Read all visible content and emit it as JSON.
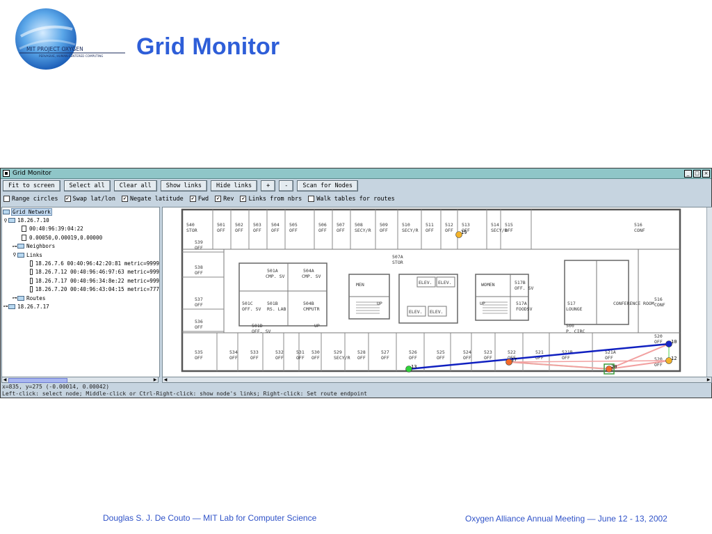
{
  "slide": {
    "title": "Grid Monitor",
    "footer_left": "Douglas S. J. De Couto  — MIT Lab for Computer Science",
    "footer_right": "Oxygen Alliance Annual Meeting — June 12 - 13, 2002",
    "logo": {
      "line1": "MIT PROJECT OXYGEN",
      "line2": "PERVASIVE, HUMAN-CENTERED COMPUTING"
    }
  },
  "window": {
    "title": "Grid Monitor",
    "controls": [
      "minimize-icon",
      "maximize-icon",
      "close-icon"
    ],
    "toolbar": {
      "fit_label": "Fit to screen",
      "select_all_label": "Select all",
      "clear_all_label": "Clear all",
      "show_links_label": "Show links",
      "hide_links_label": "Hide links",
      "plus_label": "+",
      "minus_label": "-",
      "scan_label": "Scan for Nodes"
    },
    "options": [
      {
        "label": "Range circles",
        "checked": false
      },
      {
        "label": "Swap lat/lon",
        "checked": true
      },
      {
        "label": "Negate latitude",
        "checked": true
      },
      {
        "label": "Fwd",
        "checked": true
      },
      {
        "label": "Rev",
        "checked": true
      },
      {
        "label": "Links from nbrs",
        "checked": true
      },
      {
        "label": "Walk tables for routes",
        "checked": false
      }
    ],
    "tree": [
      {
        "label": "Grid Network",
        "kind": "folder",
        "level": 0,
        "selected": true
      },
      {
        "label": "18.26.7.10",
        "kind": "folder",
        "level": 0,
        "handle": "⚲"
      },
      {
        "label": "00:40:96:39:04:22",
        "kind": "file",
        "level": 2
      },
      {
        "label": "0.00050,0.00019,0.00000",
        "kind": "file",
        "level": 2
      },
      {
        "label": "Neighbors",
        "kind": "folder",
        "level": 1,
        "handle": "⊶"
      },
      {
        "label": "Links",
        "kind": "folder",
        "level": 1,
        "handle": "⚲"
      },
      {
        "label": "18.26.7.6 00:40:96:42:20:81 metric=9999",
        "kind": "file",
        "level": 3
      },
      {
        "label": "18.26.7.12 00:40:96:46:97:63 metric=999",
        "kind": "file",
        "level": 3
      },
      {
        "label": "18.26.7.17 00:40:96:34:8e:22 metric=999",
        "kind": "file",
        "level": 3
      },
      {
        "label": "18.26.7.20 00:40:96:43:04:15 metric=777",
        "kind": "file",
        "level": 3
      },
      {
        "label": "Routes",
        "kind": "folder",
        "level": 1,
        "handle": "⊶"
      },
      {
        "label": "18.26.7.17",
        "kind": "folder",
        "level": 0,
        "handle": "⊶"
      }
    ],
    "status_coords": "x=835, y=275  (-0.00014, 0.00042)",
    "status_help": "Left-click: select node; Middle-click or Ctrl-Right-click: show node's links; Right-click: Set route endpoint"
  },
  "floorplan": {
    "rooms_top": [
      {
        "num": "540",
        "use": "STOR"
      },
      {
        "num": "501",
        "use": "OFF"
      },
      {
        "num": "502",
        "use": "OFF"
      },
      {
        "num": "503",
        "use": "OFF"
      },
      {
        "num": "504",
        "use": "OFF"
      },
      {
        "num": "505",
        "use": "OFF"
      },
      {
        "num": "506",
        "use": "OFF"
      },
      {
        "num": "507",
        "use": "OFF"
      },
      {
        "num": "508",
        "use": "SECY/R"
      },
      {
        "num": "509",
        "use": "OFF"
      },
      {
        "num": "510",
        "use": "SECY/R"
      },
      {
        "num": "511",
        "use": "OFF"
      },
      {
        "num": "512",
        "use": "OFF"
      },
      {
        "num": "513",
        "use": "OFF"
      },
      {
        "num": "514",
        "use": "SECY/R"
      },
      {
        "num": "515",
        "use": "OFF"
      },
      {
        "num": "516",
        "use": "CONF"
      }
    ],
    "rooms_left": [
      {
        "num": "539",
        "use": "OFF"
      },
      {
        "num": "538",
        "use": "OFF"
      },
      {
        "num": "537",
        "use": "OFF"
      },
      {
        "num": "536",
        "use": "OFF"
      }
    ],
    "rooms_bottom": [
      {
        "num": "535",
        "use": "OFF"
      },
      {
        "num": "534",
        "use": "OFF"
      },
      {
        "num": "533",
        "use": "OFF"
      },
      {
        "num": "532",
        "use": "OFF"
      },
      {
        "num": "531",
        "use": "OFF"
      },
      {
        "num": "530",
        "use": "OFF"
      },
      {
        "num": "529",
        "use": "SECY/R"
      },
      {
        "num": "528",
        "use": "OFF"
      },
      {
        "num": "527",
        "use": "OFF"
      },
      {
        "num": "526",
        "use": "OFF"
      },
      {
        "num": "525",
        "use": "OFF"
      },
      {
        "num": "524",
        "use": "OFF"
      },
      {
        "num": "523",
        "use": "OFF"
      },
      {
        "num": "522",
        "use": "OFF"
      },
      {
        "num": "521",
        "use": "OFF"
      },
      {
        "num": "521B",
        "use": "OFF"
      },
      {
        "num": "521A",
        "use": "OFF"
      }
    ],
    "rooms_right": [
      {
        "num": "516",
        "use": "CONF"
      },
      {
        "num": "520",
        "use": "OFF"
      },
      {
        "num": "520",
        "use": "OFF"
      }
    ],
    "inner_labels": [
      {
        "text": "501A"
      },
      {
        "text": "CMP. SV"
      },
      {
        "text": "504A"
      },
      {
        "text": "CMP. SV"
      },
      {
        "text": "507A"
      },
      {
        "text": "STOR"
      },
      {
        "text": "MEN"
      },
      {
        "text": "ELEV."
      },
      {
        "text": "ELEV."
      },
      {
        "text": "WOMEN"
      },
      {
        "text": "517B"
      },
      {
        "text": "OFF. SV"
      },
      {
        "text": "501C"
      },
      {
        "text": "OFF. SV"
      },
      {
        "text": "501B"
      },
      {
        "text": "RS. LAB"
      },
      {
        "text": "504B"
      },
      {
        "text": "CMPUTR"
      },
      {
        "text": "UP"
      },
      {
        "text": "ELEV."
      },
      {
        "text": "ELEV."
      },
      {
        "text": "UP"
      },
      {
        "text": "517A"
      },
      {
        "text": "FOODSV"
      },
      {
        "text": "517"
      },
      {
        "text": "LOUNGE"
      },
      {
        "text": "CONFERENCE ROOM"
      },
      {
        "text": "501D"
      },
      {
        "text": "OFF. SV"
      },
      {
        "text": "UP"
      },
      {
        "text": "500"
      },
      {
        "text": "P. CIRC"
      }
    ],
    "nodes": [
      {
        "label": "19",
        "color": "#f3b32a"
      },
      {
        "label": "13",
        "color": "#2fd23a"
      },
      {
        "label": "17",
        "color": "#f36a2a"
      },
      {
        "label": "10",
        "color": "#1525c8"
      },
      {
        "label": "12",
        "color": "#f3b32a"
      },
      {
        "label": "20",
        "color": "#f36a2a"
      }
    ],
    "link_colors": {
      "route": "#1020c0",
      "fwd": "#f2a0a0",
      "nbr": "#a8e8a8"
    }
  }
}
